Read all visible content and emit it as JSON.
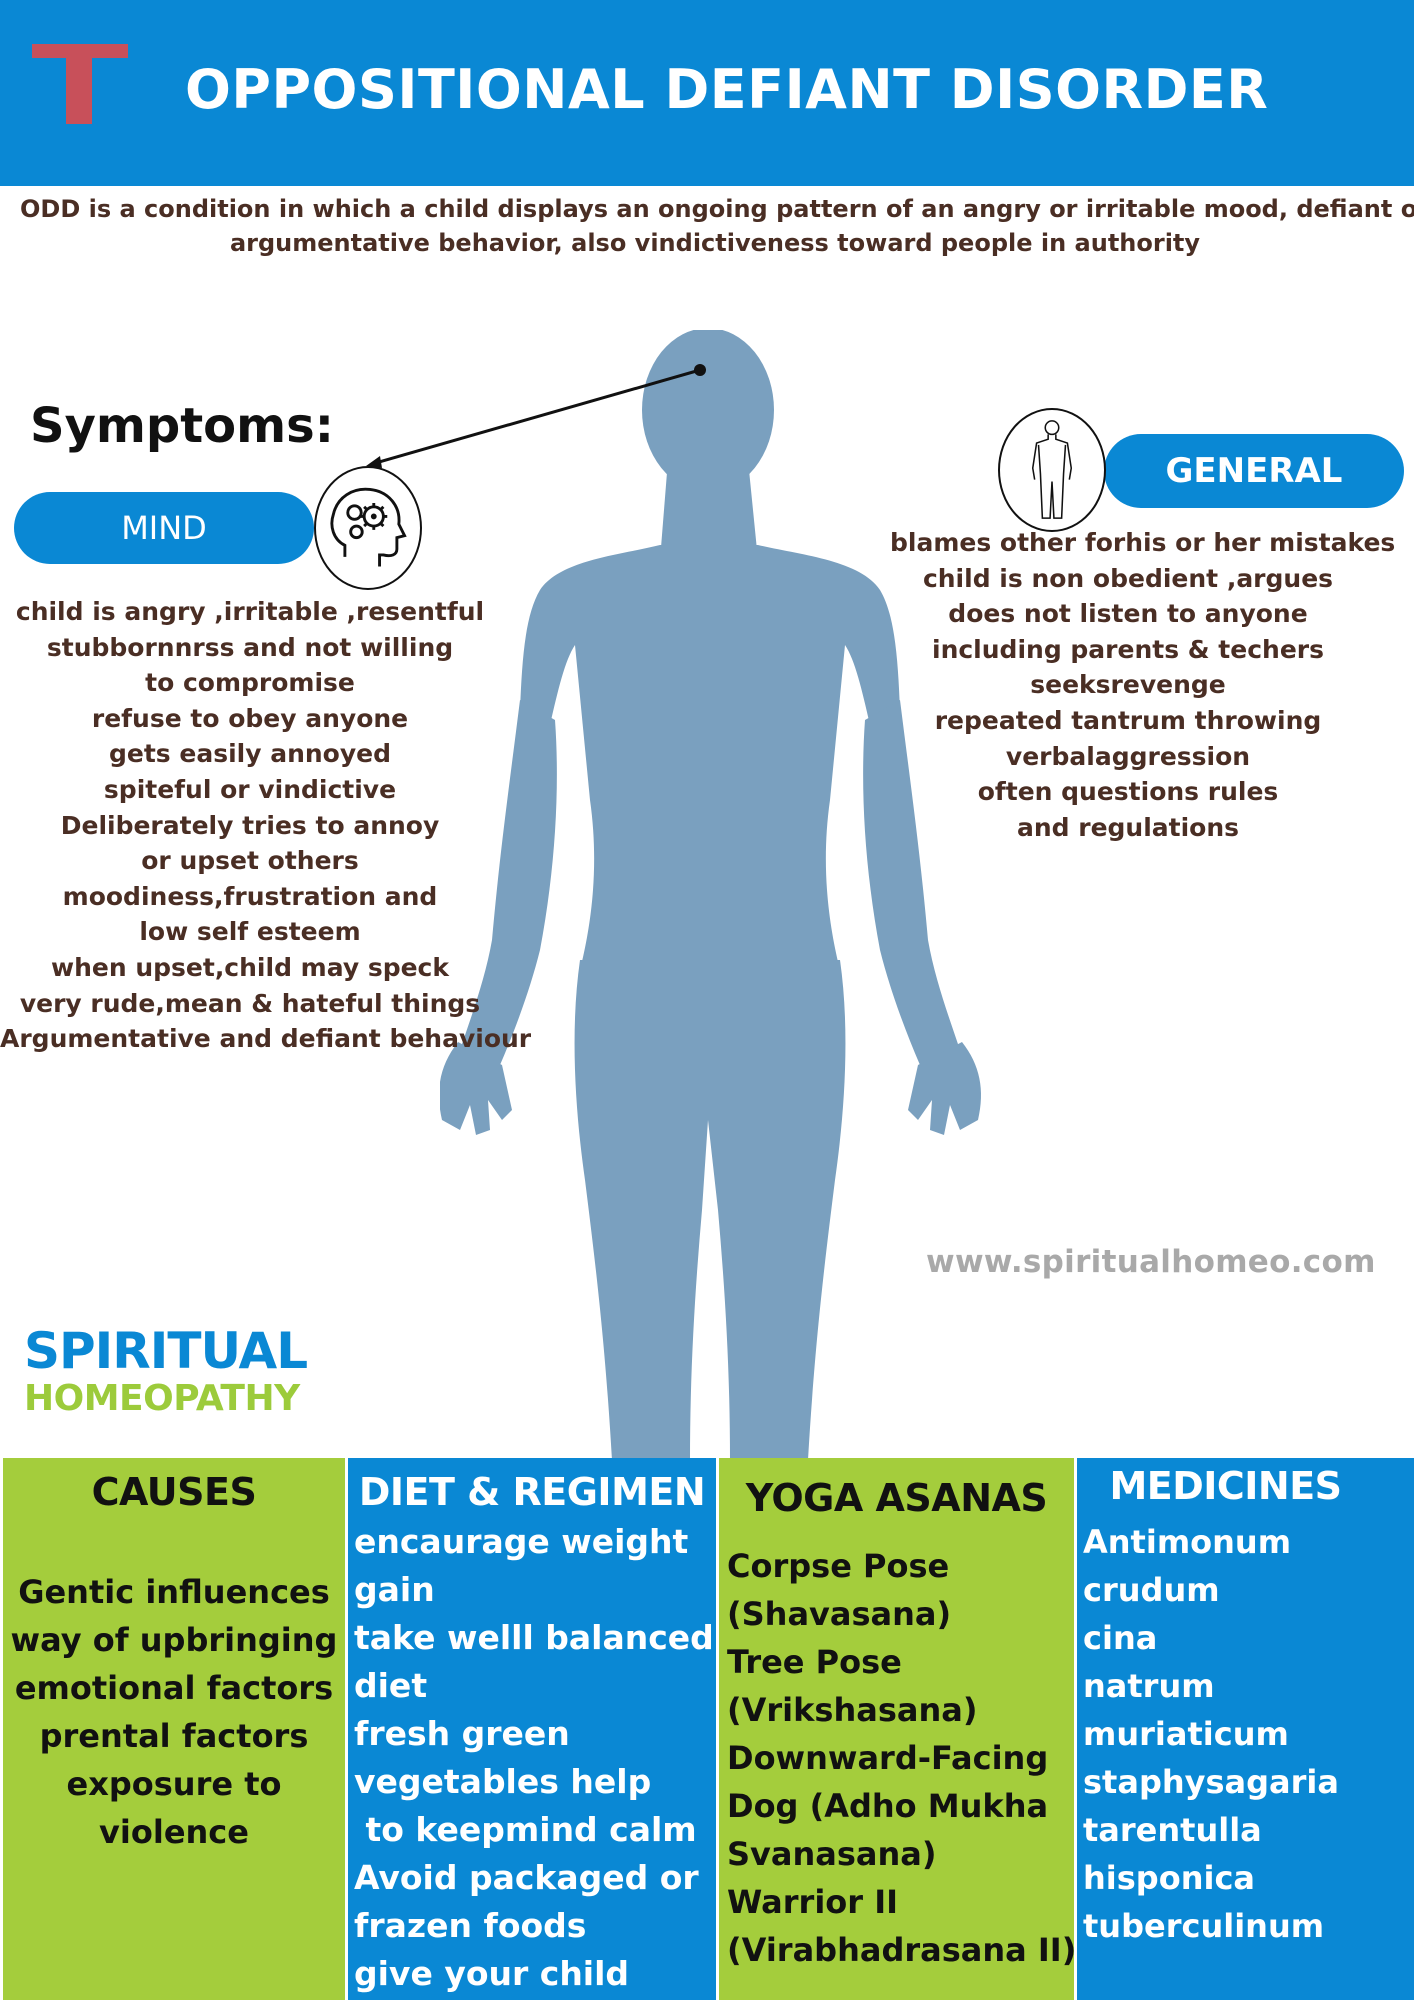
{
  "header": {
    "logo_letter": "T",
    "title": "OPPOSITIONAL DEFIANT DISORDER"
  },
  "intro": {
    "lines": [
      "ODD is a condition in which a child displays an ongoing pattern of an angry or irritable mood, defiant or",
      "argumentative behavior, also vindictiveness toward people in authority"
    ]
  },
  "symptoms": {
    "title": "Symptoms:",
    "mind": {
      "label": "MIND",
      "icon": "brain-gears-icon",
      "lines": [
        "child is angry ,irritable ,resentful",
        "stubbornnrss and not willing",
        "to compromise",
        "refuse to obey anyone",
        "gets easily annoyed",
        "spiteful or vindictive",
        "Deliberately tries to annoy",
        "or upset others",
        "moodiness,frustration and",
        "low self esteem",
        "when upset,child may speck",
        "very rude,mean & hateful things",
        "Argumentative and defiant behaviour"
      ]
    },
    "general": {
      "label": "GENERAL",
      "icon": "human-outline-icon",
      "lines": [
        "blames other forhis or her mistakes",
        "child is non obedient ,argues",
        "does not listen to anyone",
        "including parents & techers",
        "seeksrevenge",
        "repeated tantrum throwing",
        "verbalaggression",
        "often questions rules",
        "and regulations"
      ]
    }
  },
  "website": "www.spiritualhomeo.com",
  "brand": {
    "line1": "SPIRITUAL",
    "line2": "HOMEOPATHY"
  },
  "panels": {
    "causes": {
      "title": "CAUSES",
      "lines": [
        "Gentic influences",
        "way of upbringing",
        "emotional factors",
        "prental factors",
        "exposure to",
        "violence"
      ]
    },
    "diet": {
      "title": "DIET & REGIMEN",
      "lines": [
        "encaurage weight",
        "gain",
        "take welll balanced",
        "diet",
        "fresh green",
        "vegetables help",
        " to keepmind calm",
        "Avoid packaged or",
        "frazen foods",
        "give your child"
      ]
    },
    "yoga": {
      "title": "YOGA ASANAS",
      "lines": [
        "Corpse Pose",
        "(Shavasana)",
        "Tree Pose",
        "(Vrikshasana)",
        "Downward-Facing",
        "Dog (Adho Mukha",
        "Svanasana)",
        "Warrior II",
        "(Virabhadrasana II)"
      ]
    },
    "medicines": {
      "title": "MEDICINES",
      "lines": [
        "Antimonum",
        "crudum",
        "cina",
        "natrum",
        "muriaticum",
        "staphysagaria",
        "tarentulla",
        "hisponica",
        "tuberculinum"
      ]
    }
  },
  "colors": {
    "header_blue": "#0a88d4",
    "logo_red": "#c8505a",
    "panel_green": "#a4cd3c",
    "body_figure": "#7aa0bf",
    "text_brown": "#4a2e24",
    "brand_green": "#9ccb3b"
  }
}
